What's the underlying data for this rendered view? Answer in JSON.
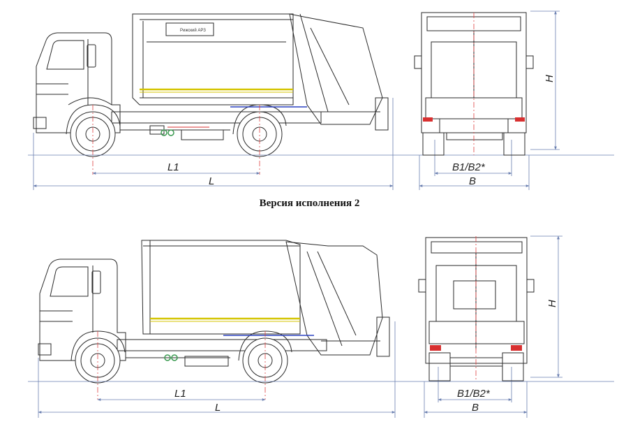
{
  "caption": "Версия исполнения 2",
  "body_brand": "Рижский АРЗ",
  "labels": {
    "L1": "L1",
    "L": "L",
    "B1B2": "B1/B2*",
    "B": "B",
    "H": "H"
  },
  "colors": {
    "ink": "#2a2a2a",
    "stripe": "#d4c400",
    "centerline": "#e04040",
    "dimension": "#6a7fb0",
    "taillight": "#d83030",
    "hose_green": "#3a9a50",
    "frame_blue": "#2a40c0"
  }
}
